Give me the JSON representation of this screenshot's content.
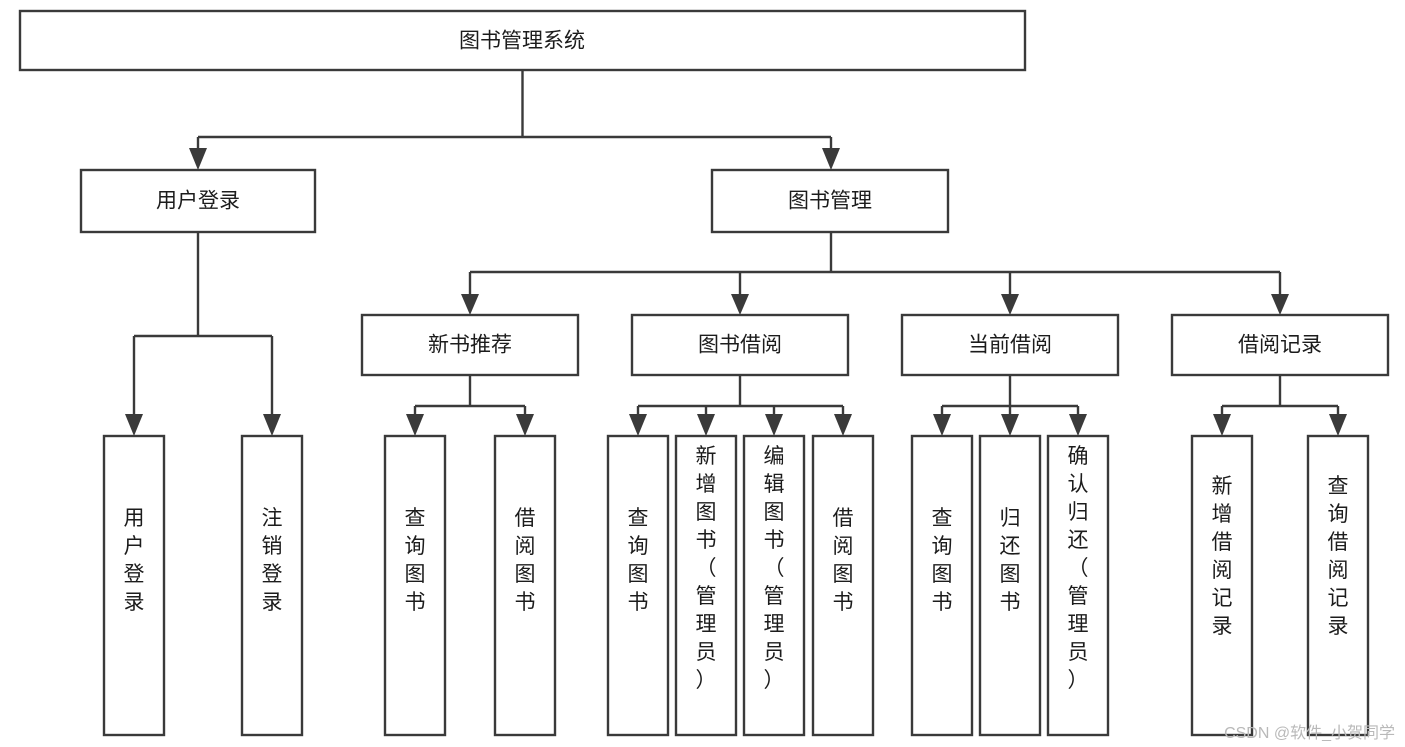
{
  "diagram": {
    "type": "tree",
    "title": "图书管理系统",
    "watermark": "CSDN @软件_小贺同学",
    "levels": {
      "root": {
        "label": "图书管理系统"
      },
      "level2": [
        {
          "label": "用户登录"
        },
        {
          "label": "图书管理"
        }
      ],
      "level3": [
        {
          "label": "新书推荐"
        },
        {
          "label": "图书借阅"
        },
        {
          "label": "当前借阅"
        },
        {
          "label": "借阅记录"
        }
      ],
      "leaves": [
        {
          "label": "用户登录",
          "parent": "用户登录"
        },
        {
          "label": "注销登录",
          "parent": "用户登录"
        },
        {
          "label": "查询图书",
          "parent": "新书推荐"
        },
        {
          "label": "借阅图书",
          "parent": "新书推荐"
        },
        {
          "label": "查询图书",
          "parent": "图书借阅"
        },
        {
          "label": "新增图书（管理员）",
          "parent": "图书借阅"
        },
        {
          "label": "编辑图书（管理员）",
          "parent": "图书借阅"
        },
        {
          "label": "借阅图书",
          "parent": "图书借阅"
        },
        {
          "label": "查询图书",
          "parent": "当前借阅"
        },
        {
          "label": "归还图书",
          "parent": "当前借阅"
        },
        {
          "label": "确认归还（管理员）",
          "parent": "当前借阅"
        },
        {
          "label": "新增借阅记录",
          "parent": "借阅记录"
        },
        {
          "label": "查询借阅记录",
          "parent": "借阅记录"
        }
      ]
    },
    "colors": {
      "box_stroke": "#3a3a3a",
      "box_fill": "#ffffff",
      "text": "#1c1c1c",
      "watermark": "#b9b9b9",
      "background": "#ffffff"
    }
  }
}
